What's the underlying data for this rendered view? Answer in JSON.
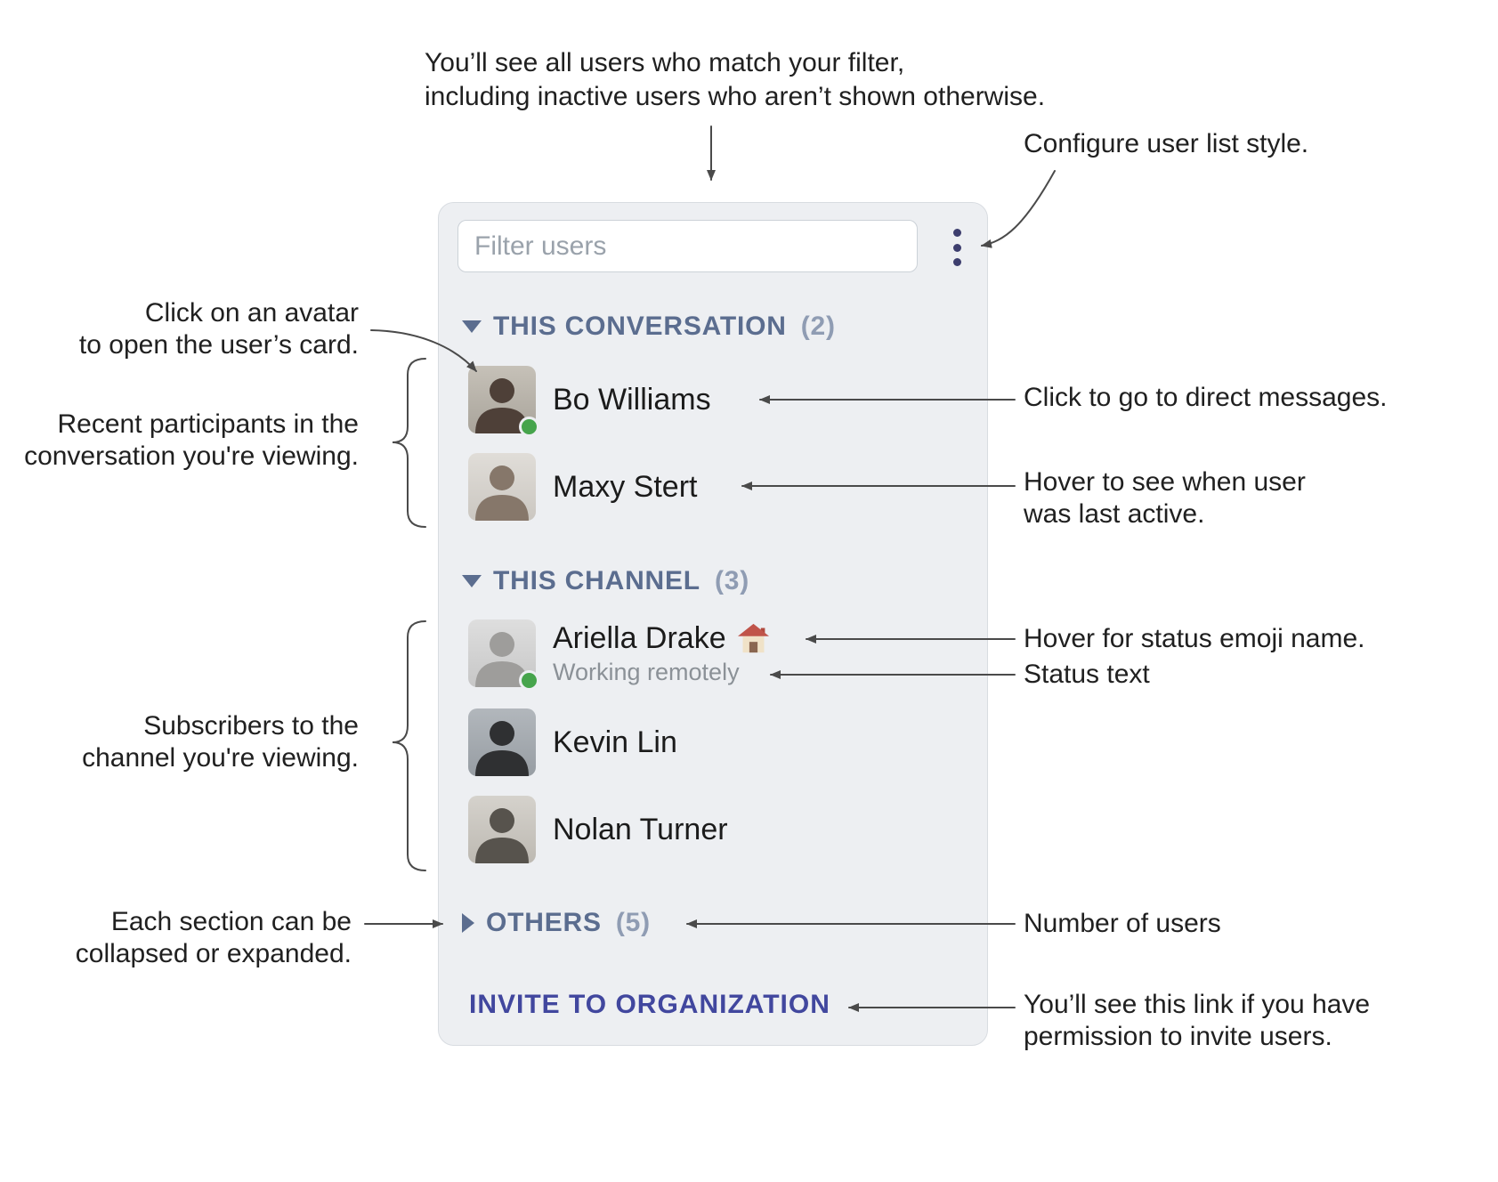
{
  "colors": {
    "panel_bg": "#edeff2",
    "section_header": "#5b6d8f",
    "section_count": "#8f9cb3",
    "invite_link": "#41479e",
    "presence_online": "#46a44c",
    "menu_icon": "#3d3e6e",
    "name_text": "#1b1b1b",
    "status_text": "#8b9197",
    "annotation_text": "#202020",
    "connector": "#4a4a4a"
  },
  "annotations": {
    "filter_note_line1": "You’ll see all users who match your filter,",
    "filter_note_line2": "including inactive users who aren’t shown otherwise.",
    "configure": "Configure user list style.",
    "avatar_line1": "Click on an avatar",
    "avatar_line2": "to open the user’s card.",
    "recent_line1": "Recent participants in the",
    "recent_line2": "conversation you're viewing.",
    "subscribers_line1": "Subscribers to the",
    "subscribers_line2": "channel you're viewing.",
    "collapse_line1": "Each section can be",
    "collapse_line2": "collapsed or expanded.",
    "direct_messages": "Click to go to direct messages.",
    "last_active_line1": "Hover to see when user",
    "last_active_line2": "was last active.",
    "status_emoji": "Hover for status emoji name.",
    "status_text": "Status text",
    "number_of_users": "Number of users",
    "invite_line1": "You’ll see this link if you have",
    "invite_line2": "permission to invite users."
  },
  "panel": {
    "filter_placeholder": "Filter users",
    "menu_icon": "vertical-ellipsis",
    "sections": [
      {
        "label": "THIS CONVERSATION",
        "count": "(2)",
        "state": "expanded",
        "users": [
          {
            "name": "Bo Williams",
            "presence": "online"
          },
          {
            "name": "Maxy Stert",
            "presence": "none"
          }
        ]
      },
      {
        "label": "THIS CHANNEL",
        "count": "(3)",
        "state": "expanded",
        "users": [
          {
            "name": "Ariella Drake",
            "status_emoji": "house",
            "status_text": "Working remotely",
            "presence": "online"
          },
          {
            "name": "Kevin Lin",
            "presence": "none"
          },
          {
            "name": "Nolan Turner",
            "presence": "none"
          }
        ]
      },
      {
        "label": "OTHERS",
        "count": "(5)",
        "state": "collapsed",
        "users": []
      }
    ],
    "invite_link": "INVITE TO ORGANIZATION"
  }
}
